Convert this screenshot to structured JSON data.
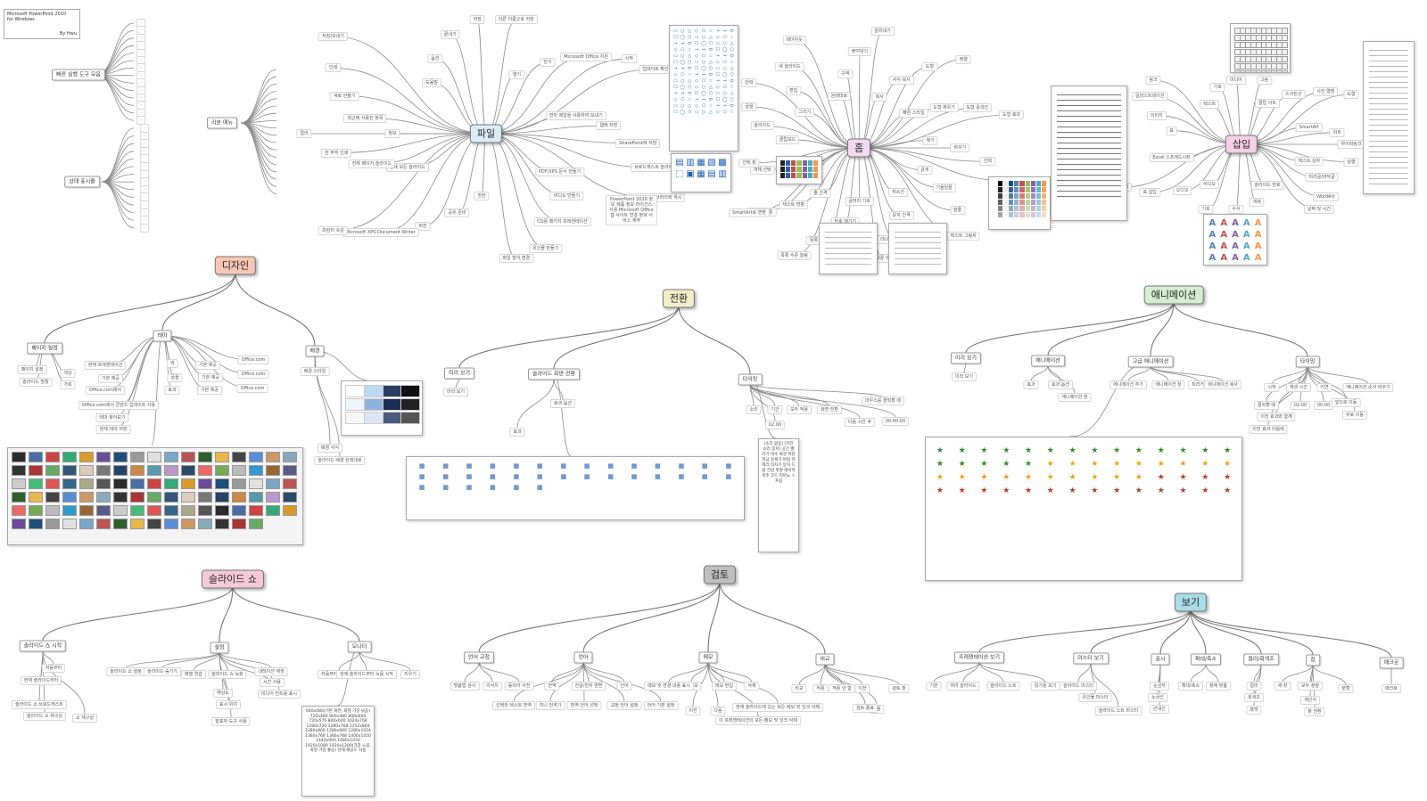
{
  "document": {
    "title_line1": "Microsoft PowerPoint 2010",
    "title_line2": "for Windows",
    "author": "By Hwu"
  },
  "tabs": {
    "home": "홈",
    "file": "파일",
    "insert": "삽입",
    "design": "디자인",
    "transitions": "전환",
    "animations": "애니메이션",
    "slideshow": "슬라이드 쇼",
    "review": "검토",
    "view": "보기"
  },
  "tab_colors": {
    "home": "#f3d9f0",
    "file": "#dcecf7",
    "insert": "#f5cfe3",
    "design": "#f7c6b5",
    "transitions": "#f2efc9",
    "animations": "#d5eed2",
    "slideshow": "#f7c8d6",
    "review": "#bfbfbf",
    "view": "#a9dde8"
  },
  "left_groups": {
    "quick_access": "빠른 실행 도구 모음",
    "status_bar": "상태 표시줄",
    "basic_menu": "리본 메뉴"
  },
  "design": {
    "page_setup": "페이지 설정",
    "themes": "테마",
    "background": "배경",
    "page_setup_leaves": [
      "페이지 설정",
      "슬라이드 방향",
      "색상",
      "가로"
    ],
    "themes_leaves": [
      "현재 프레젠테이션",
      "기본 제공",
      "Office.com에서",
      "Office.com에서 콘텐츠 업데이트 사용",
      "테마 찾아보기",
      "현재 테마 저장",
      "색",
      "글꼴",
      "효과",
      "기본 제공",
      "기본 제공",
      "기본 제공",
      "Office.com",
      "Office.com",
      "Office.com"
    ],
    "background_leaves": [
      "배경 스타일",
      "배경 서식",
      "슬라이드 배경 원래대로"
    ]
  },
  "transitions": {
    "preview": "미리 보기",
    "transition_to_slide": "슬라이드 화면 전환",
    "timing": "타이밍",
    "leaves": [
      "미리 보기",
      "효과 옵션",
      "소리",
      "기간",
      "모두 적용",
      "화면 전환",
      "마우스를 클릭할 때",
      "다음 시간 후",
      "02.00",
      "00:00.00",
      "효과"
    ],
    "sound_list": "[소리 없음] [이전 소리 중지] 공간 빨리기 박수 화살 폭탄 현금 등록기 바람 카메라 타자기 망치 드럼 전압 폭발 레이저 폭주 코드 피아노 스프링"
  },
  "animations": {
    "preview": "미리 보기",
    "animation": "애니메이션",
    "advanced": "고급 애니메이션",
    "timing": "타이밍",
    "leaves": [
      "미리 보기",
      "효과",
      "효과 옵션",
      "애니메이션 창",
      "애니메이션 추가",
      "애니메이션 창",
      "트리거",
      "애니메이션 복사",
      "시작",
      "재생 시간",
      "지연",
      "애니메이션 순서 바꾸기",
      "클릭할 때",
      "이전 효과와 함께",
      "이전 효과 다음에",
      "02.00",
      "00.00",
      "앞으로 이동",
      "뒤로 이동"
    ]
  },
  "slideshow": {
    "start": "슬라이드 쇼 시작",
    "setup": "설정",
    "monitors": "모니터",
    "leaves": [
      "처음부터",
      "현재 슬라이드부터",
      "슬라이드 쇼 브로드캐스트",
      "슬라이드 쇼 재구성",
      "쇼 재구성",
      "슬라이드 쇼 설정",
      "슬라이드 숨기기",
      "예행 연습",
      "슬라이드 쇼 녹화",
      "내레이션 재생",
      "시간 사용",
      "미디어 컨트롤 표시",
      "해상도",
      "표시 위치",
      "발표자 도구 사용",
      "처음부터 녹음 시작",
      "현재 슬라이드부터 녹음 시작",
      "지우기"
    ],
    "resolution_list": "640x480(기본 화면, 화질 가장 낮음) 720x480 800x480 800x600 720x576 800x600 1024x768 1280x720 1280x768 1152x864 1280x800 1280x960 1280x1024 1360x768 1366x768 1400x1050 1440x900 1680x1050 1920x1080 1920x1200(가장 느림, 화질 가장 좋음) 현재 해상도 사용"
  },
  "review": {
    "proofing": "언어 교정",
    "language": "언어",
    "comments": "메모",
    "compare": "비교",
    "leaves": [
      "맞춤법 검사",
      "리서치",
      "동의어 사전",
      "번역",
      "한글/한자 변환",
      "언어",
      "새 메모",
      "메모 편집",
      "삭제",
      "이전",
      "다음",
      "메모 및 변경 내용 표시",
      "선택한 텍스트 번역",
      "미니 번역기",
      "번역 언어 선택",
      "교정 언어 설정",
      "언어 기본 설정",
      "비교",
      "적용",
      "적용 안 함",
      "이전",
      "다음",
      "검토 창",
      "검토 종료",
      "현재 슬라이드에 있는 모든 메모 및 잉크 삭제",
      "이 프레젠테이션의 모든 메모 및 잉크 삭제"
    ]
  },
  "view": {
    "presentation_views": "프레젠테이션 보기",
    "master_views": "마스터 보기",
    "show": "표시",
    "zoom": "확대/축소",
    "color_gray": "컬러/회색조",
    "window": "창",
    "macro": "매크로",
    "leaves": [
      "기본",
      "여러 슬라이드",
      "슬라이드 노트",
      "읽기용 보기",
      "슬라이드 마스터",
      "유인물 마스터",
      "슬라이드 노트 마스터",
      "눈금자",
      "눈금선",
      "안내선",
      "확대/축소",
      "창에 맞춤",
      "컬러",
      "회색조",
      "흑백",
      "새 창",
      "모두 정렬",
      "계단식",
      "창 전환",
      "분할",
      "매크로"
    ]
  },
  "home": {
    "leaves": [
      "클립보드",
      "슬라이드",
      "글꼴",
      "단락",
      "그리기",
      "편집",
      "새 슬라이드",
      "레이아웃",
      "원래대로",
      "구역",
      "붙여넣기",
      "잘라내기",
      "복사",
      "서식 복사",
      "도형",
      "정렬",
      "빠른 스타일",
      "도형 채우기",
      "도형 윤곽선",
      "도형 효과",
      "찾기",
      "바꾸기",
      "선택",
      "글꼴 크기",
      "굵게",
      "기울임꼴",
      "밑줄",
      "텍스트 그림자",
      "취소선",
      "문자 간격",
      "대/소문자 바꾸기",
      "글꼴 색",
      "글머리 기호",
      "번호 매기기",
      "목록 수준 줄임",
      "목록 수준 늘림",
      "줄 간격",
      "텍스트 방향",
      "텍스트 맞춤",
      "SmartArt로 변환",
      "모두 선택",
      "개체 선택",
      "선택 창"
    ]
  },
  "file": {
    "leaves": [
      "정보",
      "최근에 사용한 항목",
      "새로 만들기",
      "인쇄",
      "저장/보내기",
      "도움말",
      "옵션",
      "끝내기",
      "저장",
      "다른 이름으로 저장",
      "열기",
      "닫기",
      "Microsoft Office 지원",
      "시작",
      "업데이트 확인",
      "전자 메일을 사용하여 보내기",
      "웹에 저장",
      "SharePoint에 저장",
      "브로드캐스트 슬라이드",
      "슬라이드 라이브러리에 게시",
      "PDF/XPS 문서 만들기",
      "비디오 만들기",
      "CD용 패키지 프레젠테이션",
      "유인물 만들기",
      "파일 형식 변경",
      "권한",
      "공유 준비",
      "버전",
      "Microsoft XPS Document Writer",
      "프린터 속성",
      "인쇄 모든 슬라이드",
      "전체 페이지 슬라이드",
      "한 부씩 인쇄",
      "컬러"
    ],
    "info_text": "PowerPoint 2010 정보 제품 정보 라이선스 사용 Microsoft Office 웹 사이트 연결 정보 서비스 계약"
  },
  "insert": {
    "leaves": [
      "표",
      "이미지",
      "일러스트레이션",
      "링크",
      "텍스트",
      "기호",
      "미디어",
      "그림",
      "클립 아트",
      "스크린샷",
      "사진 앨범",
      "도형",
      "SmartArt",
      "차트",
      "하이퍼링크",
      "실행",
      "텍스트 상자",
      "머리글/바닥글",
      "WordArt",
      "날짜 및 시간",
      "슬라이드 번호",
      "개체",
      "수식",
      "기호",
      "비디오",
      "오디오",
      "표 삽입",
      "표 그리기",
      "Excel 스프레드시트"
    ]
  }
}
